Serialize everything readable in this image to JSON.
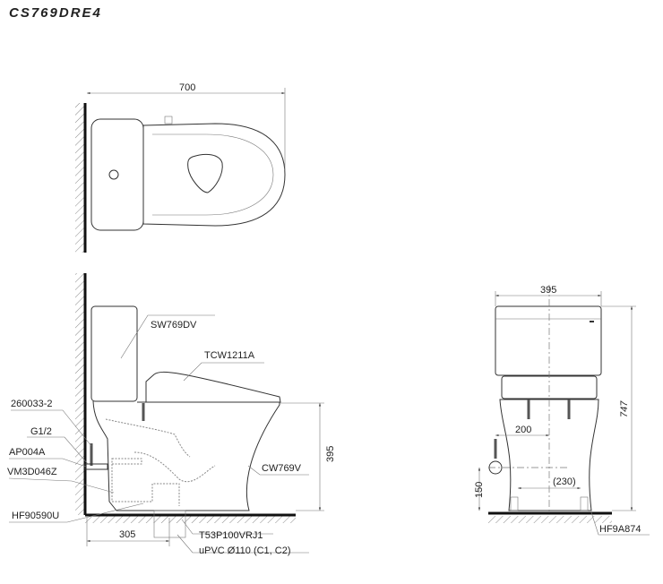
{
  "title": "CS769DRE4",
  "top_view": {
    "width_dim": "700"
  },
  "side_view": {
    "labels": {
      "tank": "SW769DV",
      "seat": "TCW1211A",
      "hose": "260033-2",
      "thread": "G1/2",
      "valve": "AP004A",
      "outlet": "VM3D046Z",
      "flange": "HF90590U",
      "bowl": "CW769V",
      "adapter": "T53P100VRJ1",
      "pipe": "uPVC Ø110 (C1, C2)"
    },
    "dims": {
      "seat_height": "395",
      "rough_in": "305"
    }
  },
  "front_view": {
    "dims": {
      "width": "395",
      "height": "747",
      "inlet_offset": "200",
      "inlet_height": "150",
      "bolt_spacing": "(230)"
    },
    "labels": {
      "bolts": "HF9A874"
    }
  }
}
